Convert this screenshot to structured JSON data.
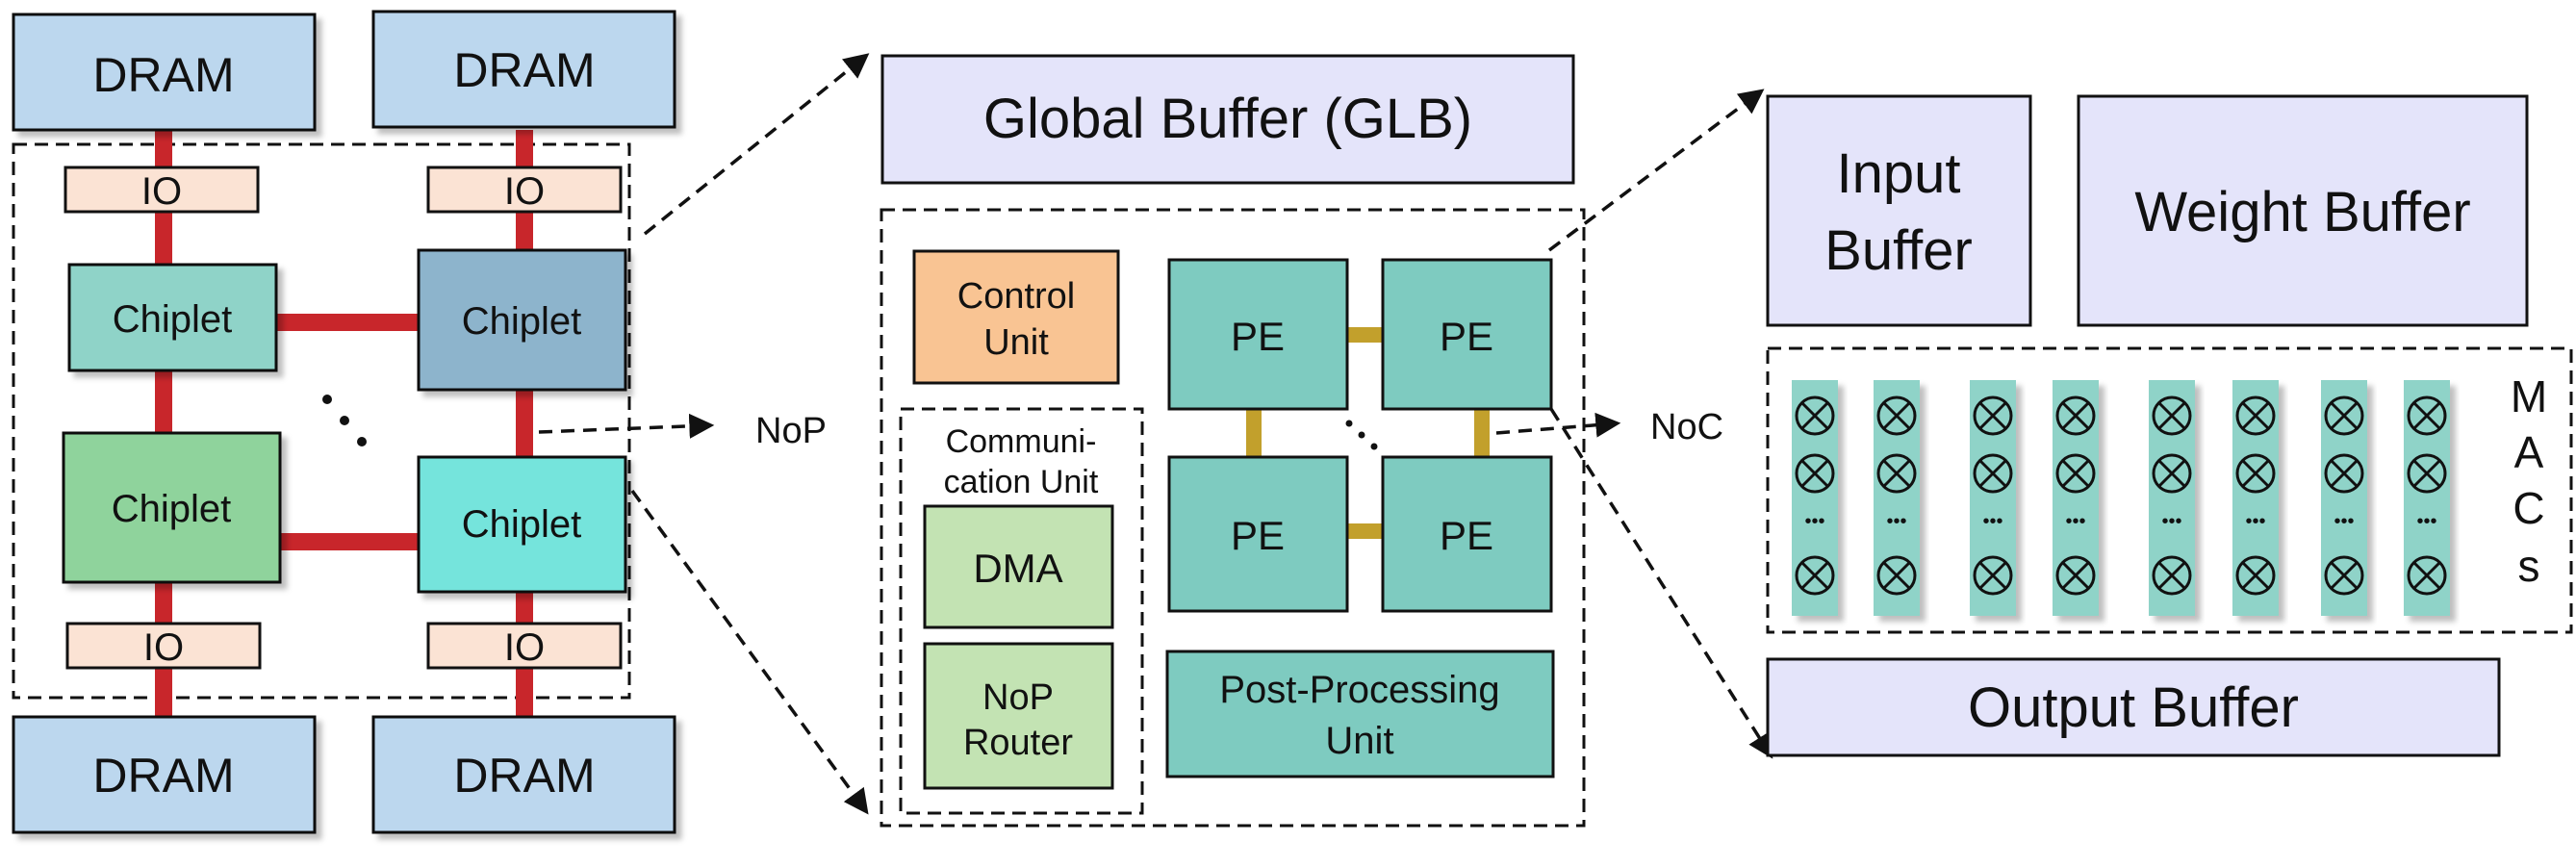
{
  "labels": {
    "dram": "DRAM",
    "io": "IO",
    "chiplet": "Chiplet",
    "ellipsis": "· · ·",
    "nop": "NoP",
    "noc": "NoC",
    "global_buffer": "Global Buffer (GLB)",
    "control_unit_1": "Control",
    "control_unit_2": "Unit",
    "comm_unit_1": "Communi-",
    "comm_unit_2": "cation Unit",
    "dma": "DMA",
    "nop_router_1": "NoP",
    "nop_router_2": "Router",
    "pe": "PE",
    "post_processing_1": "Post-Processing",
    "post_processing_2": "Unit",
    "input_buffer_1": "Input",
    "input_buffer_2": "Buffer",
    "weight_buffer": "Weight Buffer",
    "output_buffer": "Output Buffer",
    "mac_symbol": "⊗",
    "mac_dots": "•••",
    "macs_letters": [
      "M",
      "A",
      "C",
      "s"
    ]
  },
  "colors": {
    "dram": "#bcd7ee",
    "io": "#fbe3d4",
    "chiplet_teal": "#8fd3c8",
    "chiplet_blue": "#8db4cc",
    "chiplet_green": "#8fd39c",
    "chiplet_cyan": "#74e4dc",
    "package_bg": "#ebebeb",
    "buffer": "#e4e4fa",
    "control": "#f9c493",
    "pe": "#7ecbc0",
    "comm_box": "#c3e3b3",
    "mac_column": "#8fd3c8",
    "link_red": "#c8262b",
    "link_gold": "#c2a02c"
  }
}
